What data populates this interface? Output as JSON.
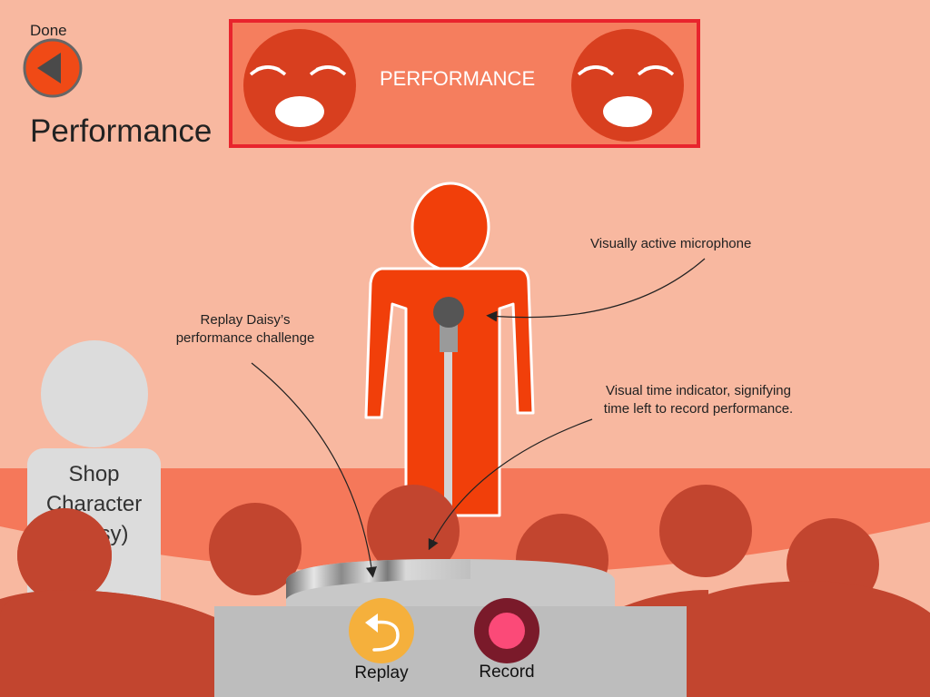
{
  "nav": {
    "done_label": "Done",
    "page_title": "Performance"
  },
  "banner": {
    "title": "PERFORMANCE"
  },
  "character": {
    "label_line1": "Shop",
    "label_line2": "Character",
    "label_line3": "(Daisy)"
  },
  "annotations": {
    "microphone": "Visually active microphone",
    "replay_line1": "Replay Daisy’s",
    "replay_line2": "performance challenge",
    "timer_line1": "Visual time indicator, signifying",
    "timer_line2": "time left to record performance."
  },
  "controls": {
    "replay_label": "Replay",
    "record_label": "Record"
  },
  "colors": {
    "background": "#f8b8a0",
    "stage": "#f5785a",
    "performer": "#f13f0a",
    "audience": "#c2452f",
    "banner_fill": "#f57e5e",
    "banner_border": "#e8242d",
    "face": "#d83f1f",
    "replay_button": "#f5b03c",
    "record_outer": "#7a1a2a",
    "record_inner": "#fb4a78",
    "panel": "#bdbdbd"
  },
  "icons": {
    "back": "back-arrow-icon",
    "replay": "replay-arrow-icon",
    "record": "record-dot-icon"
  }
}
